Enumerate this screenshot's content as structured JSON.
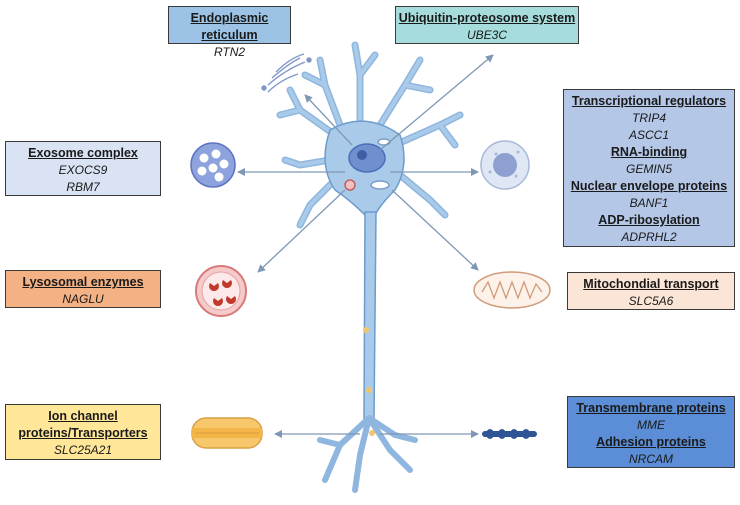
{
  "colors": {
    "er": "#9cc3e6",
    "ups": "#a6dcdc",
    "exosome": "#dae3f3",
    "transcription": "#b4c7e7",
    "lysosome": "#f4b183",
    "mito": "#fbe5d6",
    "ion": "#ffe699",
    "membrane": "#5b8ed6",
    "neuron": "#a9cbe9",
    "neuron_stroke": "#6b9ccc",
    "arrow": "#7f97b5"
  },
  "boxes": {
    "er": {
      "heading": "Endoplasmic reticulum",
      "gene": "RTN2"
    },
    "ups": {
      "heading": "Ubiquitin-proteosome system",
      "gene": "UBE3C"
    },
    "exosome": {
      "heading": "Exosome complex",
      "genes": [
        "EXOCS9",
        "RBM7"
      ]
    },
    "nucleus": {
      "sections": [
        {
          "heading": "Transcriptional regulators",
          "genes": [
            "TRIP4",
            "ASCC1"
          ]
        },
        {
          "heading": "RNA-binding",
          "genes": [
            "GEMIN5"
          ]
        },
        {
          "heading": "Nuclear envelope proteins",
          "genes": [
            "BANF1"
          ]
        },
        {
          "heading": "ADP-ribosylation",
          "genes": [
            "ADPRHL2"
          ]
        }
      ]
    },
    "lysosome": {
      "heading": "Lysosomal enzymes",
      "gene": "NAGLU"
    },
    "mito": {
      "heading": "Mitochondial transport",
      "gene": "SLC5A6"
    },
    "ion": {
      "heading": "Ion channel proteins/Transporters",
      "gene": "SLC25A21"
    },
    "membrane": {
      "sections": [
        {
          "heading": "Transmembrane proteins",
          "genes": [
            "MME"
          ]
        },
        {
          "heading": "Adhesion proteins",
          "genes": [
            "NRCAM"
          ]
        }
      ]
    }
  },
  "icons": [
    "endoplasmic-reticulum-icon",
    "exosome-icon",
    "nucleus-icon",
    "lysosome-icon",
    "mitochondrion-icon",
    "ion-channel-icon",
    "transmembrane-protein-icon",
    "neuron-icon"
  ]
}
